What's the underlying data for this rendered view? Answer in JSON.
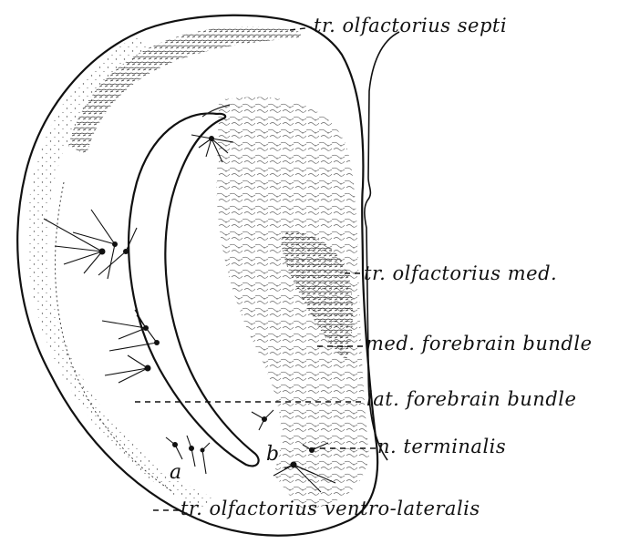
{
  "labels": {
    "septi": "tr. olfactorius septi",
    "med": "tr. olfactorius med.",
    "mfb": "med. forebrain bundle",
    "lfb": "lat. forebrain bundle",
    "nterm": "n. terminalis",
    "ventro": "tr. olfactorius ventro-lateralis"
  },
  "letters": {
    "a": "a",
    "b": "b"
  }
}
